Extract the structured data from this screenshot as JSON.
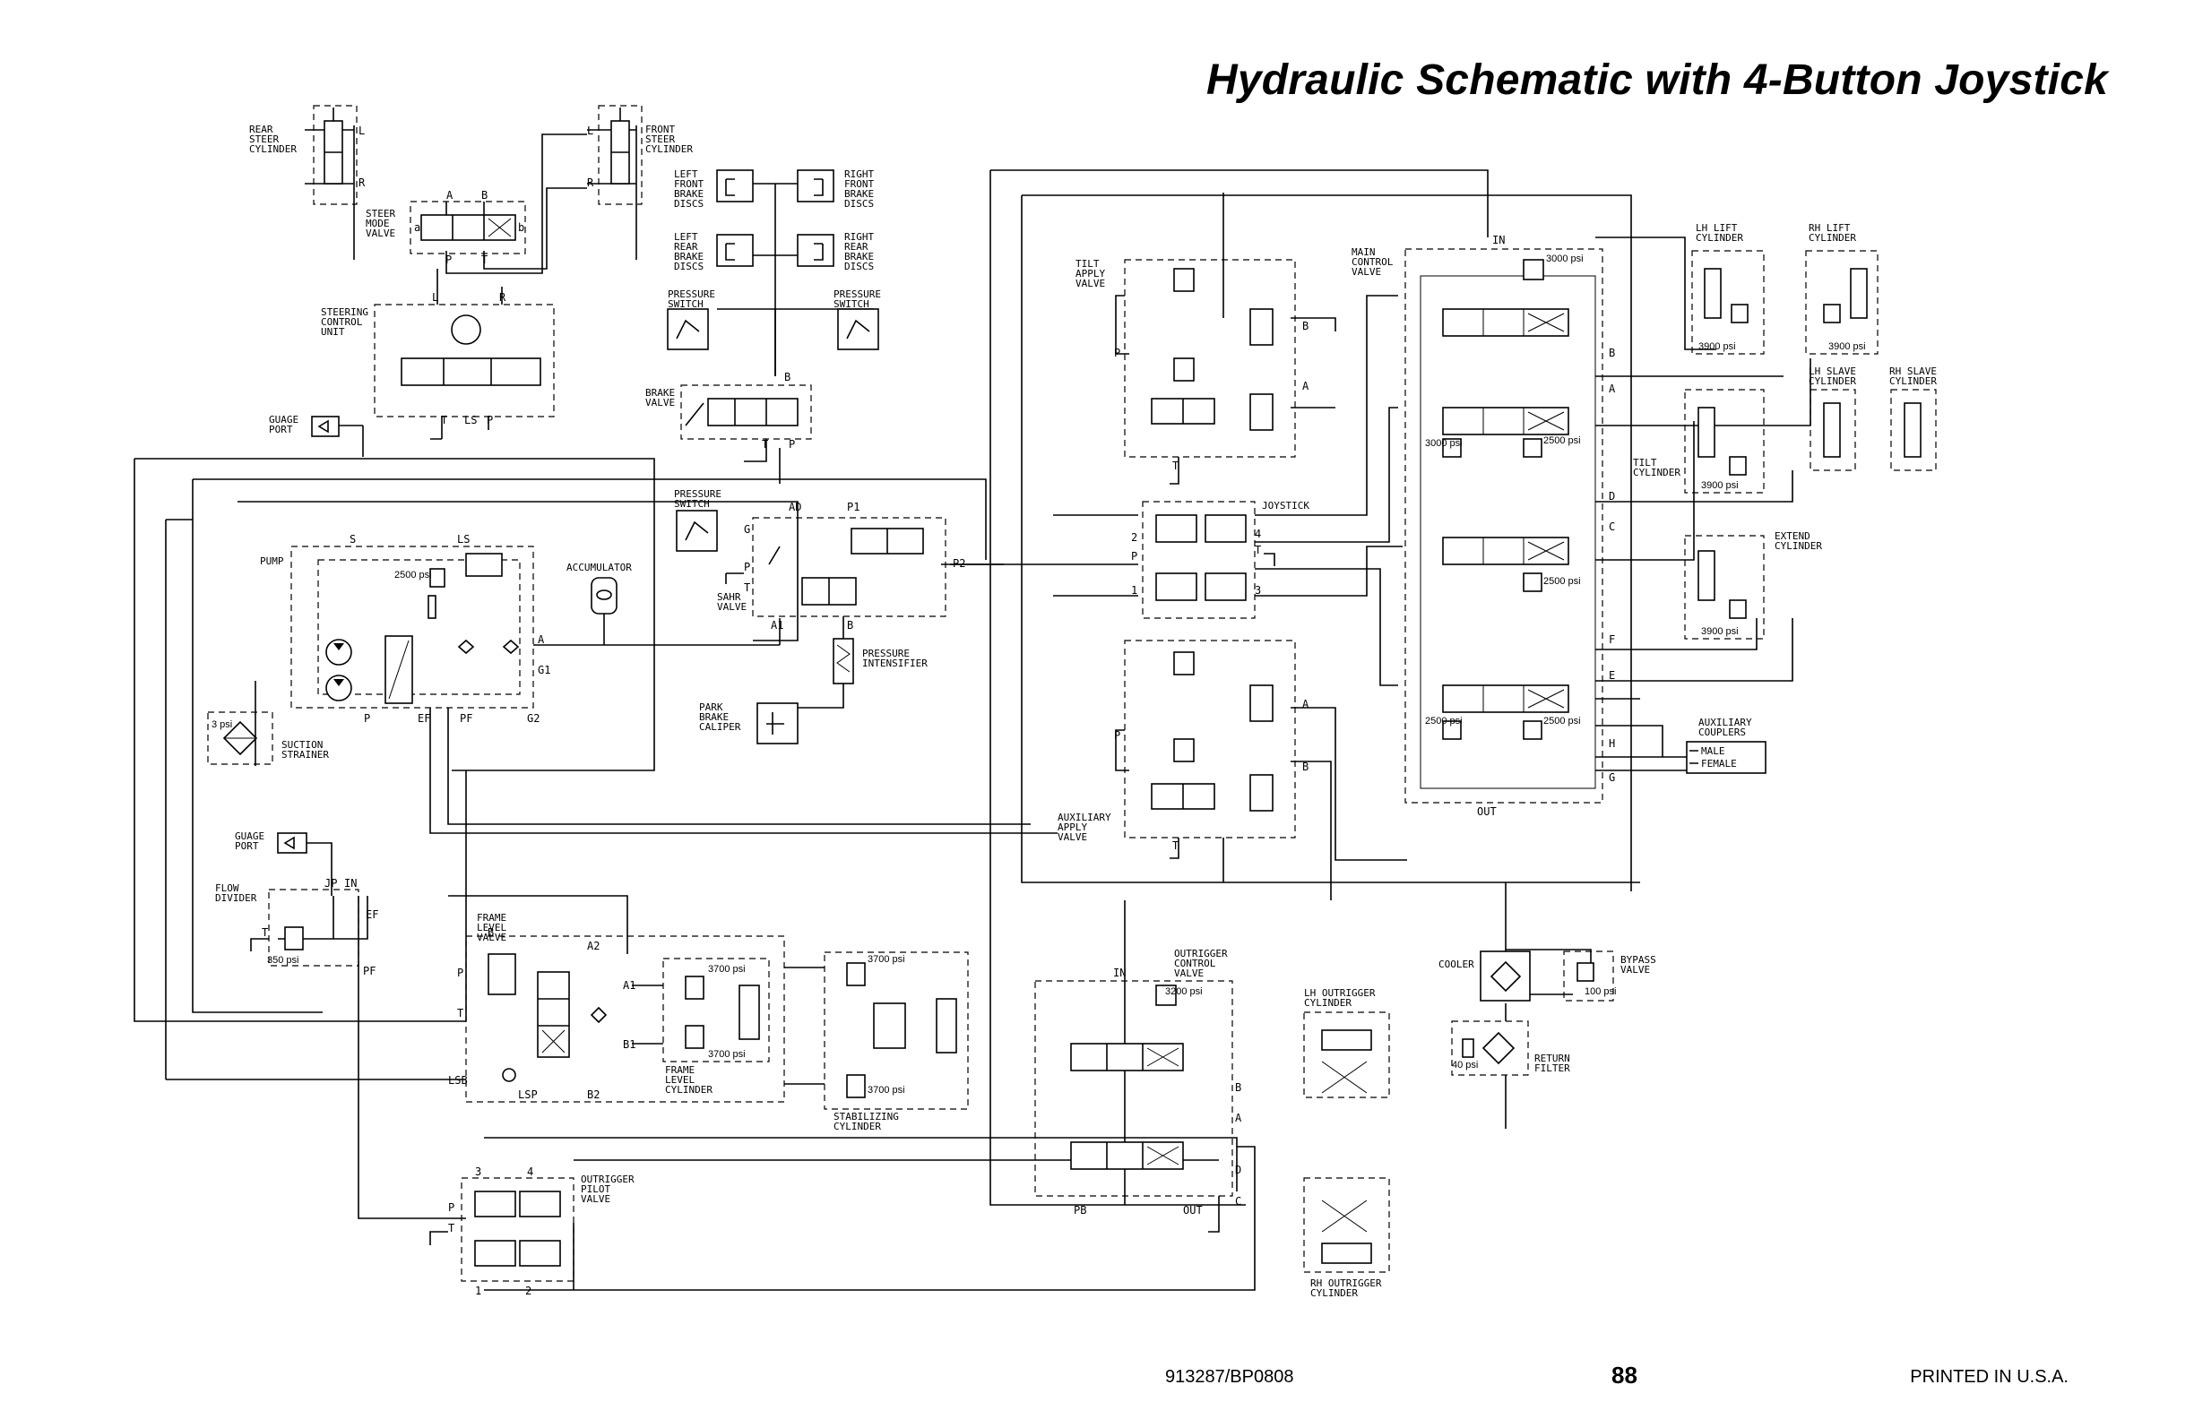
{
  "title": "Hydraulic Schematic with 4-Button Joystick",
  "footer": {
    "doc_number": "913287/BP0808",
    "page_number": "88",
    "printed": "PRINTED IN U.S.A."
  },
  "components": {
    "rear_steer_cylinder": [
      "REAR",
      "STEER",
      "CYLINDER"
    ],
    "front_steer_cylinder": [
      "FRONT",
      "STEER",
      "CYLINDER"
    ],
    "steer_mode_valve": [
      "STEER",
      "MODE",
      "VALVE"
    ],
    "steering_control_unit": [
      "STEERING",
      "CONTROL",
      "UNIT"
    ],
    "left_front_brake": [
      "LEFT",
      "FRONT",
      "BRAKE",
      "DISCS"
    ],
    "right_front_brake": [
      "RIGHT",
      "FRONT",
      "BRAKE",
      "DISCS"
    ],
    "left_rear_brake": [
      "LEFT",
      "REAR",
      "BRAKE",
      "DISCS"
    ],
    "right_rear_brake": [
      "RIGHT",
      "REAR",
      "BRAKE",
      "DISCS"
    ],
    "pressure_switch_left": [
      "PRESSURE",
      "SWITCH"
    ],
    "pressure_switch_right": [
      "PRESSURE",
      "SWITCH"
    ],
    "brake_valve": [
      "BRAKE",
      "VALVE"
    ],
    "guage_port_top": [
      "GUAGE",
      "PORT"
    ],
    "pump": [
      "PUMP"
    ],
    "accumulator": [
      "ACCUMULATOR"
    ],
    "pressure_switch_sahr": [
      "PRESSURE",
      "SWITCH"
    ],
    "sahr_valve": [
      "SAHR",
      "VALVE"
    ],
    "pressure_intensifier": [
      "PRESSURE",
      "INTENSIFIER"
    ],
    "park_brake_caliper": [
      "PARK",
      "BRAKE",
      "CALIPER"
    ],
    "suction_strainer": [
      "SUCTION",
      "STRAINER"
    ],
    "guage_port_bottom": [
      "GUAGE",
      "PORT"
    ],
    "flow_divider": [
      "FLOW",
      "DIVIDER"
    ],
    "frame_level_valve": [
      "FRAME",
      "LEVEL",
      "VALVE"
    ],
    "frame_level_cylinder": [
      "FRAME",
      "LEVEL",
      "CYLINDER"
    ],
    "stabilizing_cylinder": [
      "STABILIZING",
      "CYLINDER"
    ],
    "outrigger_pilot_valve": [
      "OUTRIGGER",
      "PILOT",
      "VALVE"
    ],
    "outrigger_control_valve": [
      "OUTRIGGER",
      "CONTROL",
      "VALVE"
    ],
    "lh_outrigger_cylinder": [
      "LH OUTRIGGER",
      "CYLINDER"
    ],
    "rh_outrigger_cylinder": [
      "RH OUTRIGGER",
      "CYLINDER"
    ],
    "tilt_apply_valve": [
      "TILT",
      "APPLY",
      "VALVE"
    ],
    "auxiliary_apply_valve": [
      "AUXILIARY",
      "APPLY",
      "VALVE"
    ],
    "joystick": [
      "JOYSTICK"
    ],
    "main_control_valve": [
      "MAIN",
      "CONTROL",
      "VALVE"
    ],
    "lh_lift_cylinder": [
      "LH LIFT",
      "CYLINDER"
    ],
    "rh_lift_cylinder": [
      "RH LIFT",
      "CYLINDER"
    ],
    "lh_slave_cylinder": [
      "LH SLAVE",
      "CYLINDER"
    ],
    "rh_slave_cylinder": [
      "RH SLAVE",
      "CYLINDER"
    ],
    "tilt_cylinder": [
      "TILT",
      "CYLINDER"
    ],
    "extend_cylinder": [
      "EXTEND",
      "CYLINDER"
    ],
    "auxiliary_couplers": [
      "AUXILIARY",
      "COUPLERS"
    ],
    "coupler_male": "MALE",
    "coupler_female": "FEMALE",
    "cooler": "COOLER",
    "bypass_valve": [
      "BYPASS",
      "VALVE"
    ],
    "return_filter": [
      "RETURN",
      "FILTER"
    ]
  },
  "pressures": {
    "pump_relief": "2500 psi",
    "strainer": "3 psi",
    "flow_divider": "350 psi",
    "frame_level_top": "3700 psi",
    "frame_level_bottom": "3700 psi",
    "stabilizing_top": "3700 psi",
    "stabilizing_bottom": "3700 psi",
    "outrigger_relief": "3200 psi",
    "main_relief": "3000 psi",
    "lift_section_a": "3000 psi",
    "lift_section_b": "2500 psi",
    "tele_section": "2500 psi",
    "aux_section_a": "2500 psi",
    "aux_section_b": "2500 psi",
    "lh_lift_lock": "3900 psi",
    "rh_lift_lock": "3900 psi",
    "tilt_lock": "3900 psi",
    "extend_lock": "3900 psi",
    "bypass": "100 psi",
    "return_filter": "40 psi"
  },
  "ports": {
    "L": "L",
    "R": "R",
    "A": "A",
    "B": "B",
    "P": "P",
    "T": "T",
    "LS": "LS",
    "S": "S",
    "EF": "EF",
    "PF": "PF",
    "G1": "G1",
    "G2": "G2",
    "G": "G",
    "AD": "AD",
    "P1": "P1",
    "P2": "P2",
    "A1": "A1",
    "B1": "B1",
    "A2": "A2",
    "B2": "B2",
    "LSB": "LSB",
    "LSP": "LSP",
    "JP": "JP",
    "IN": "IN",
    "OUT": "OUT",
    "PB": "PB",
    "C": "C",
    "D": "D",
    "E": "E",
    "F": "F",
    "H": "H",
    "one": "1",
    "two": "2",
    "three": "3",
    "four": "4",
    "a": "a",
    "b": "b"
  }
}
